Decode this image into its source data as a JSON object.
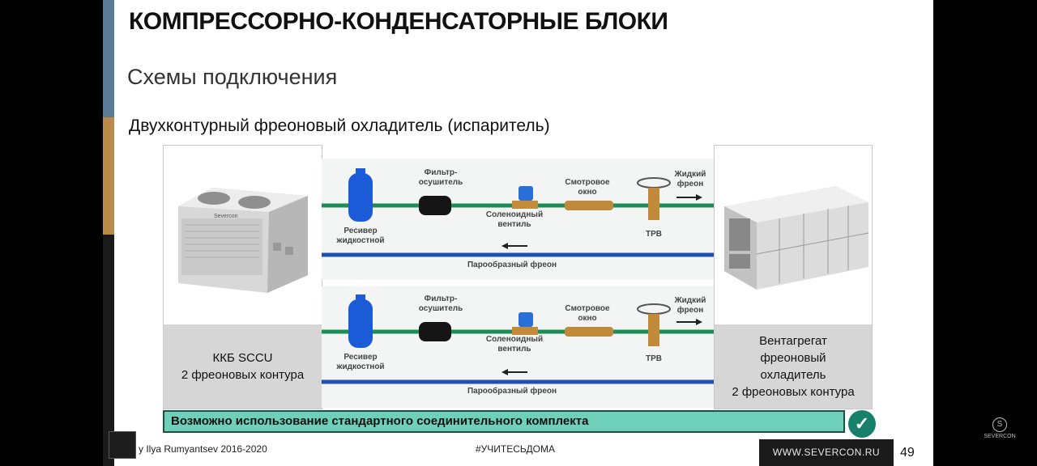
{
  "slide": {
    "title": "КОМПРЕССОРНО-КОНДЕНСАТОРНЫЕ БЛОКИ",
    "subtitle": "Схемы подключения",
    "section_title": "Двухконтурный фреоновый охладитель (испаритель)"
  },
  "left_unit": {
    "brand": "Severcon",
    "caption_line1": "ККБ SCCU",
    "caption_line2": "2 фреоновых контура"
  },
  "right_unit": {
    "caption_line1": "Вентагрегат",
    "caption_line2": "фреоновый",
    "caption_line3": "охладитель",
    "caption_line4": "2 фреоновых контура"
  },
  "circuits": [
    {
      "filter_line1": "Фильтр-",
      "filter_line2": "осушитель",
      "sight_line1": "Смотровое",
      "sight_line2": "окно",
      "liquid_line1": "Жидкий",
      "liquid_line2": "фреон",
      "receiver_line1": "Ресивер",
      "receiver_line2": "жидкостной",
      "solenoid_line1": "Соленоидный",
      "solenoid_line2": "вентиль",
      "trv": "ТРВ",
      "vapor": "Парообразный фреон"
    },
    {
      "filter_line1": "Фильтр-",
      "filter_line2": "осушитель",
      "sight_line1": "Смотровое",
      "sight_line2": "окно",
      "liquid_line1": "Жидкий",
      "liquid_line2": "фреон",
      "receiver_line1": "Ресивер",
      "receiver_line2": "жидкостной",
      "solenoid_line1": "Соленоидный",
      "solenoid_line2": "вентиль",
      "trv": "ТРВ",
      "vapor": "Парообразный фреон"
    }
  ],
  "banner": "Возможно использование стандартного соединительного комплекта",
  "footer": {
    "author": "y Ilya Rumyantsev   2016-2020",
    "hashtag": "#УЧИТЕСЬДОМА",
    "website": "WWW.SEVERCON.RU",
    "page": "49",
    "watermark": "SEVERCON"
  },
  "colors": {
    "liquid_line": "#1e8c55",
    "vapor_line": "#1f4fb3",
    "banner": "#6ed0b9",
    "check": "#16806a",
    "accent_bar_blue": "#5b7c96",
    "accent_bar_gold": "#b98a49"
  }
}
